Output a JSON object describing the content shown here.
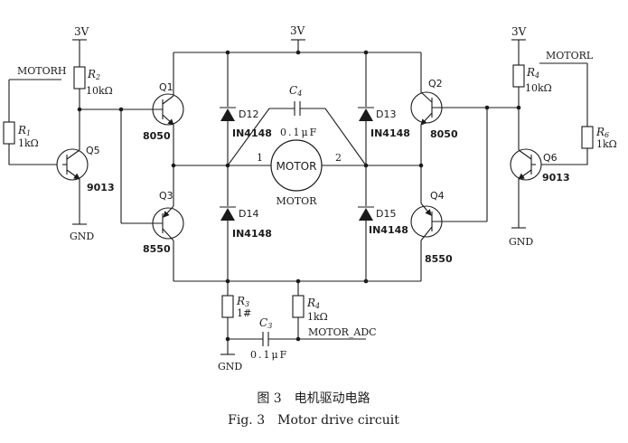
{
  "vcc": "3V",
  "gnd": "GND",
  "motorh": "MOTORH",
  "motorl": "MOTORL",
  "motor_adc": "MOTOR_ADC",
  "r1": {
    "ref": "R",
    "sub": "1",
    "value": "1kΩ"
  },
  "r2": {
    "ref": "R",
    "sub": "2",
    "value": "10kΩ"
  },
  "r3": {
    "ref": "R",
    "sub": "3",
    "value": "1#"
  },
  "r4": {
    "ref": "R",
    "sub": "4",
    "value": "1kΩ"
  },
  "r4b": {
    "ref": "R",
    "sub": "4",
    "value": "10kΩ"
  },
  "r6": {
    "ref": "R",
    "sub": "6",
    "value": "1kΩ"
  },
  "c3": {
    "ref": "C",
    "sub": "3",
    "value": "0.1μF"
  },
  "c4": {
    "ref": "C",
    "sub": "4",
    "value": "0.1μF"
  },
  "q1": {
    "ref": "Q1",
    "part": "8050"
  },
  "q2": {
    "ref": "Q2",
    "part": "8050"
  },
  "q3": {
    "ref": "Q3",
    "part": "8550"
  },
  "q4": {
    "ref": "Q4",
    "part": "8550"
  },
  "q5": {
    "ref": "Q5",
    "part": "9013"
  },
  "q6": {
    "ref": "Q6",
    "part": "9013"
  },
  "d12": {
    "ref": "D12",
    "part": "IN4148"
  },
  "d13": {
    "ref": "D13",
    "part": "IN4148"
  },
  "d14": {
    "ref": "D14",
    "part": "IN4148"
  },
  "d15": {
    "ref": "D15",
    "part": "IN4148"
  },
  "motor": {
    "symbol": "MOTOR",
    "label": "MOTOR",
    "pin1": "1",
    "pin2": "2"
  },
  "caption": {
    "zh": "图 3　电机驱动电路",
    "en": "Fig. 3　Motor drive circuit"
  }
}
